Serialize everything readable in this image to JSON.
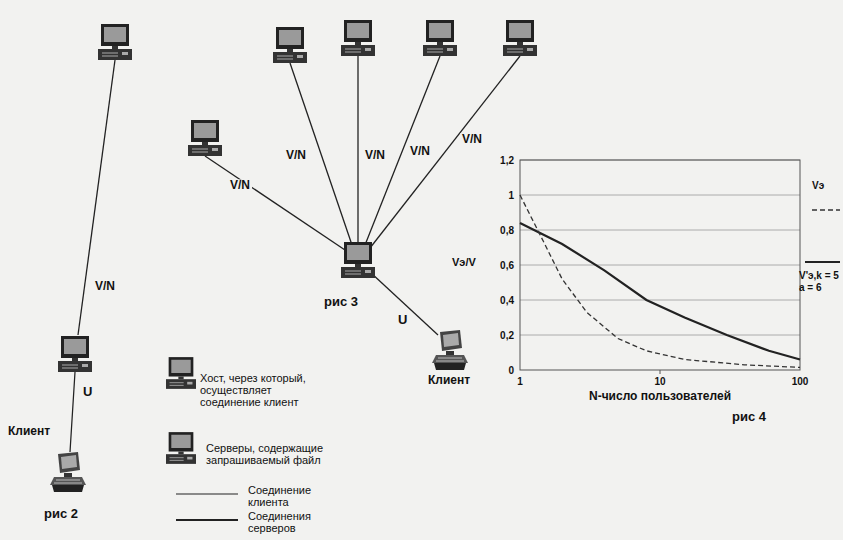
{
  "diagram": {
    "labels": [
      "V/N",
      "U",
      "Клиент",
      "рис 2",
      "V/N",
      "V/N",
      "V/N",
      "V/N",
      "V/N",
      "U",
      "рис 3",
      "Клиент",
      "1,2",
      "1",
      "0,8",
      "0,6",
      "0,4",
      "0,2",
      "0",
      "1",
      "10",
      "100",
      "Vэ/V",
      "N-число пользователей",
      "рис 4"
    ],
    "legend": [
      {
        "text": "Хост, через который, осуществляет соединение клиент"
      },
      {
        "text": "Серверы, содержащие запрашиваемый файл"
      },
      {
        "text": "Соединение клиента"
      },
      {
        "text": "Соединения серверов"
      },
      {
        "text": "Vэ"
      },
      {
        "text": "V'э,k = 5 a = 6"
      }
    ]
  }
}
